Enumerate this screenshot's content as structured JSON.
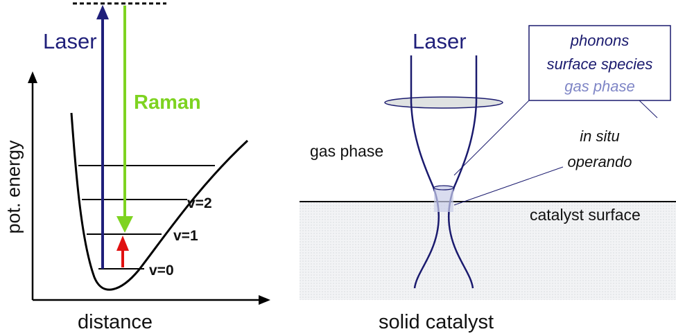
{
  "left_diagram": {
    "axis_y_label": "pot. energy",
    "axis_x_label": "distance",
    "laser_label": "Laser",
    "raman_label": "Raman",
    "levels": [
      "v=0",
      "v=1",
      "v=2"
    ]
  },
  "right_diagram": {
    "laser_label": "Laser",
    "box_lines": [
      "phonons",
      "surface species",
      "gas phase"
    ],
    "callout_lines": [
      "in situ",
      "operando"
    ],
    "gas_phase_label": "gas phase",
    "surface_label": "catalyst surface",
    "bottom_label": "solid catalyst"
  },
  "colors": {
    "laser": "#1f1f7a",
    "raman": "#7ed321",
    "excitation": "#e01010",
    "text": "#111111",
    "box_text_dark": "#1a1a6e",
    "box_text_light": "#7f86c6",
    "surface_fill": "#eef0f2",
    "beam": "#1a1a6e"
  }
}
